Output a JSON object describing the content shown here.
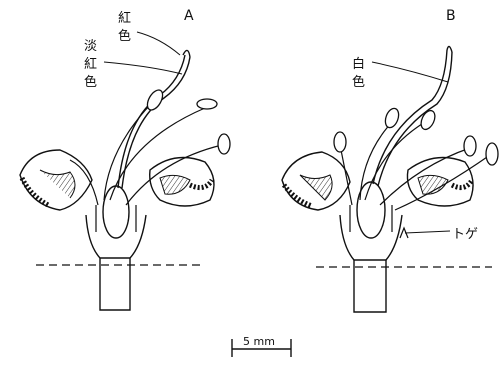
{
  "panels": {
    "a": {
      "letter": "A",
      "label_top_1": "紅",
      "label_top_2": "色",
      "label_mid_1": "淡",
      "label_mid_2": "紅",
      "label_mid_3": "色"
    },
    "b": {
      "letter": "B",
      "label_1": "白",
      "label_2": "色",
      "label_spine": "トゲ"
    }
  },
  "scale_bar": {
    "label": "5 mm"
  }
}
